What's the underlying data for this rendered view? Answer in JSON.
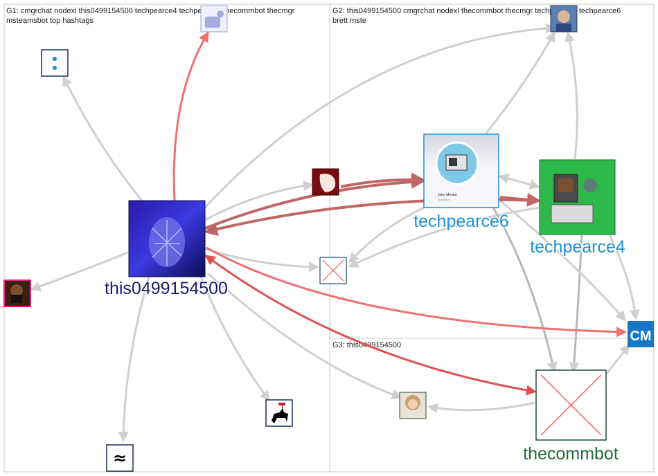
{
  "groups": {
    "g1": {
      "title_line1": "G1: cmgrchat nodexl this0499154500 techpearce4 techpearce6 thecommbot thecmgr",
      "title_line2": "msteamsbot top hashtags"
    },
    "g2": {
      "title_line1": "G2: this0499154500 cmgrchat nodexl thecommbot thecmgr techpearce4 techpearce6",
      "title_line2": "brett mste"
    },
    "g3": {
      "title_line1": "G3: this0499154500"
    }
  },
  "nodes": {
    "this0499154500": {
      "label": "this0499154500",
      "color": "#1a1a6e"
    },
    "techpearce6": {
      "label": "techpearce6",
      "color": "#1f8fd6"
    },
    "techpearce4": {
      "label": "techpearce4",
      "color": "#1f8fd6"
    },
    "thecommbot": {
      "label": "thecommbot",
      "color": "#1f6b3a"
    },
    "profile_card": {
      "name_text": "John Mentor",
      "subtitle_text": "Team Bot"
    },
    "cm_logo": {
      "text": "CM"
    },
    "approx_symbol": {
      "text": "≈"
    }
  },
  "colors": {
    "edge_grey": "#cfcfcf",
    "edge_red": "#f07070",
    "edge_darkred": "#c06666",
    "edge_strong_red": "#e05050",
    "panel_border": "#c8c8c8"
  }
}
